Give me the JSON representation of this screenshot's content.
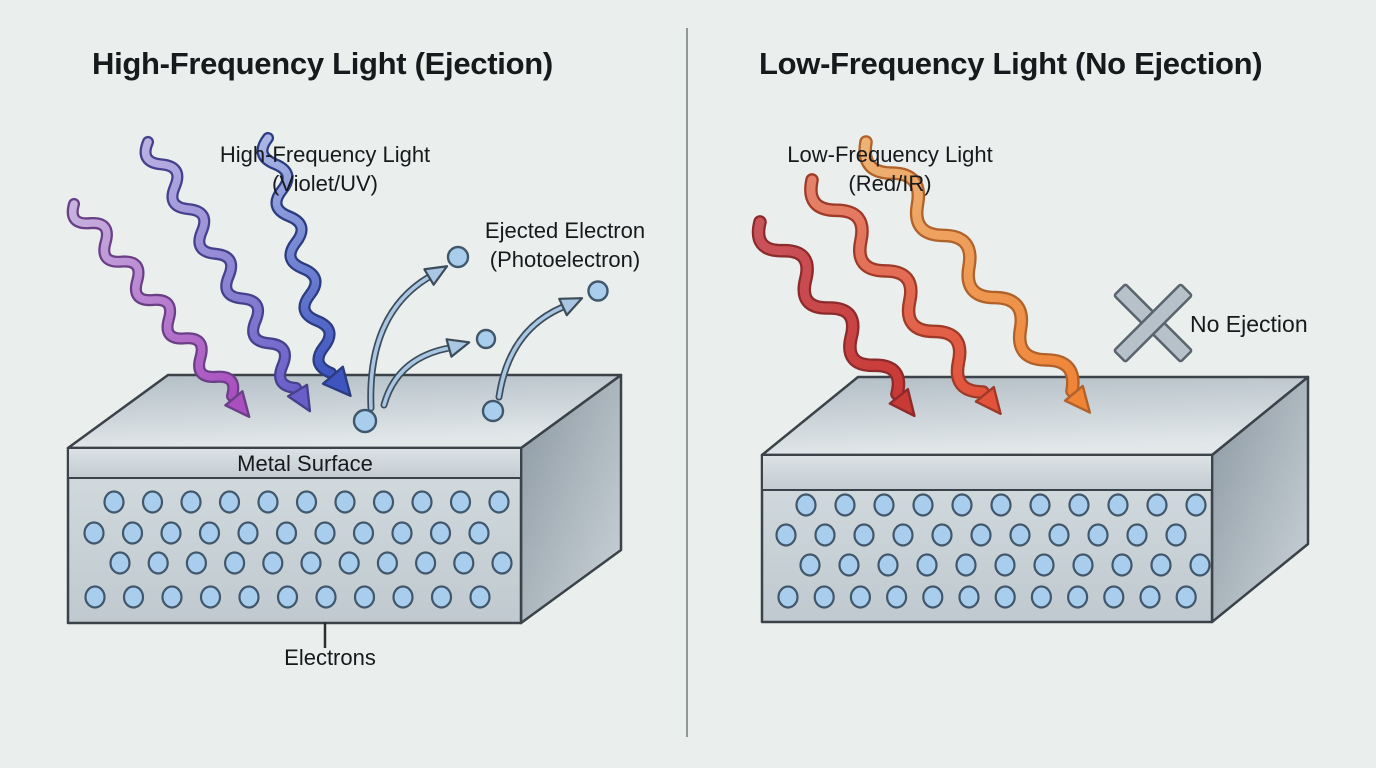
{
  "left_panel": {
    "title": "High-Frequency Light (Ejection)",
    "light_label_line1": "High-Frequency Light",
    "light_label_line2": "(Violet/UV)",
    "ejected_label_line1": "Ejected Electron",
    "ejected_label_line2": "(Photoelectron)",
    "metal_surface_label": "Metal Surface",
    "electrons_label": "Electrons"
  },
  "right_panel": {
    "title": "Low-Frequency Light (No Ejection)",
    "light_label_line1": "Low-Frequency Light",
    "light_label_line2": "(Red/IR)",
    "no_ejection_label": "No Ejection"
  },
  "colors": {
    "background": "#eaefed",
    "divider": "#8f9894",
    "text": "#17191c",
    "block_outline": "#3b4349",
    "electron_fill": "#a9cdec",
    "electron_stroke": "#41576b",
    "eject_arrow_fill": "#a9c6e2",
    "eject_arrow_stroke": "#3c4c5a",
    "x_fill": "#b7c1c9",
    "x_stroke": "#5a646d",
    "waves_left": [
      {
        "top": "#c7b3e0",
        "bottom": "#a94fc0",
        "outline": "#6b3f86"
      },
      {
        "top": "#b9b1e2",
        "bottom": "#6a5fc8",
        "outline": "#46418c"
      },
      {
        "top": "#aab6e6",
        "bottom": "#3e55c0",
        "outline": "#2c3c80"
      }
    ],
    "waves_right": [
      {
        "top": "#c9545c",
        "bottom": "#c93a35",
        "outline": "#8c2a2c"
      },
      {
        "top": "#e4836a",
        "bottom": "#e2523a",
        "outline": "#9e3a28"
      },
      {
        "top": "#eeb275",
        "bottom": "#ef8437",
        "outline": "#b0622a"
      }
    ]
  }
}
